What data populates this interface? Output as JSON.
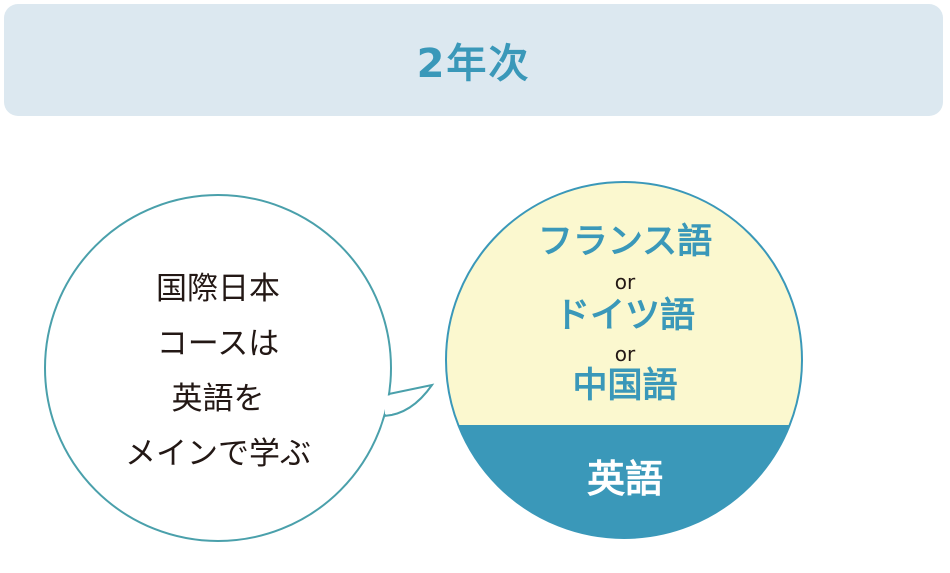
{
  "header": {
    "title": "2年次"
  },
  "bubble": {
    "lines": [
      "国際日本",
      "コースは",
      "英語を",
      "メインで学ぶ"
    ]
  },
  "circle": {
    "options": [
      "フランス語",
      "ドイツ語",
      "中国語"
    ],
    "or_label": "or",
    "main_language": "英語"
  },
  "colors": {
    "accent": "#3a98b9",
    "header_bg": "#dce8f0",
    "circle_top_bg": "#fbf8cf",
    "outline": "#4aa0ab",
    "text": "#231815"
  }
}
